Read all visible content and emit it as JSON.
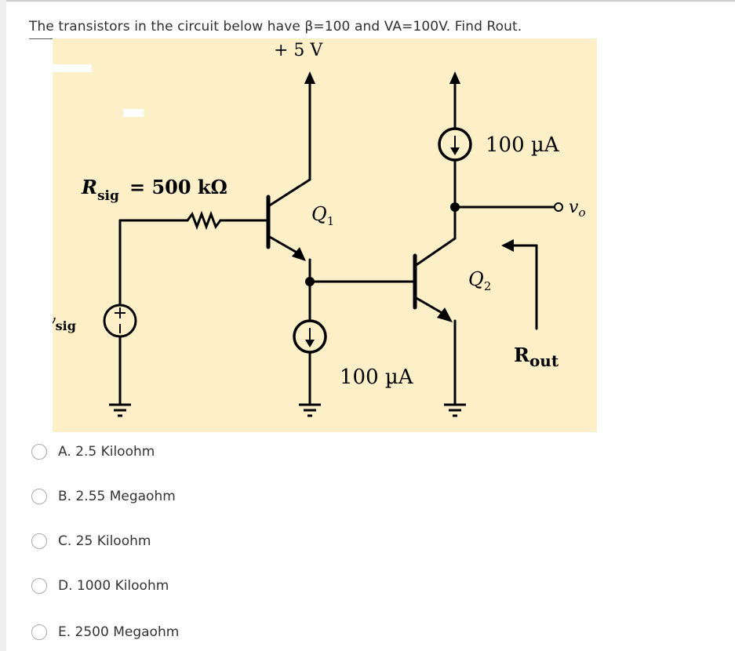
{
  "question": {
    "text": "The transistors in the circuit below have β=100 and VA=100V. Find Rout."
  },
  "circuit": {
    "background": "#fdf0c8",
    "supply_label": "+ 5 V",
    "rsig_symbol": "R",
    "rsig_sub": "sig",
    "rsig_value": "= 500 kΩ",
    "vsig_symbol": "v",
    "vsig_sub": "sig",
    "q1_label": "Q",
    "q1_sub": "1",
    "q2_label": "Q",
    "q2_sub": "2",
    "current_top": "100 µA",
    "current_bottom": "100 µA",
    "vo_symbol": "v",
    "vo_sub": "o",
    "rout_symbol": "R",
    "rout_sub": "out"
  },
  "options": [
    {
      "label": "A. 2.5 Kiloohm"
    },
    {
      "label": "B. 2.55 Megaohm"
    },
    {
      "label": "C. 25 Kiloohm"
    },
    {
      "label": "D. 1000 Kiloohm"
    },
    {
      "label": "E. 2500 Megaohm"
    }
  ]
}
